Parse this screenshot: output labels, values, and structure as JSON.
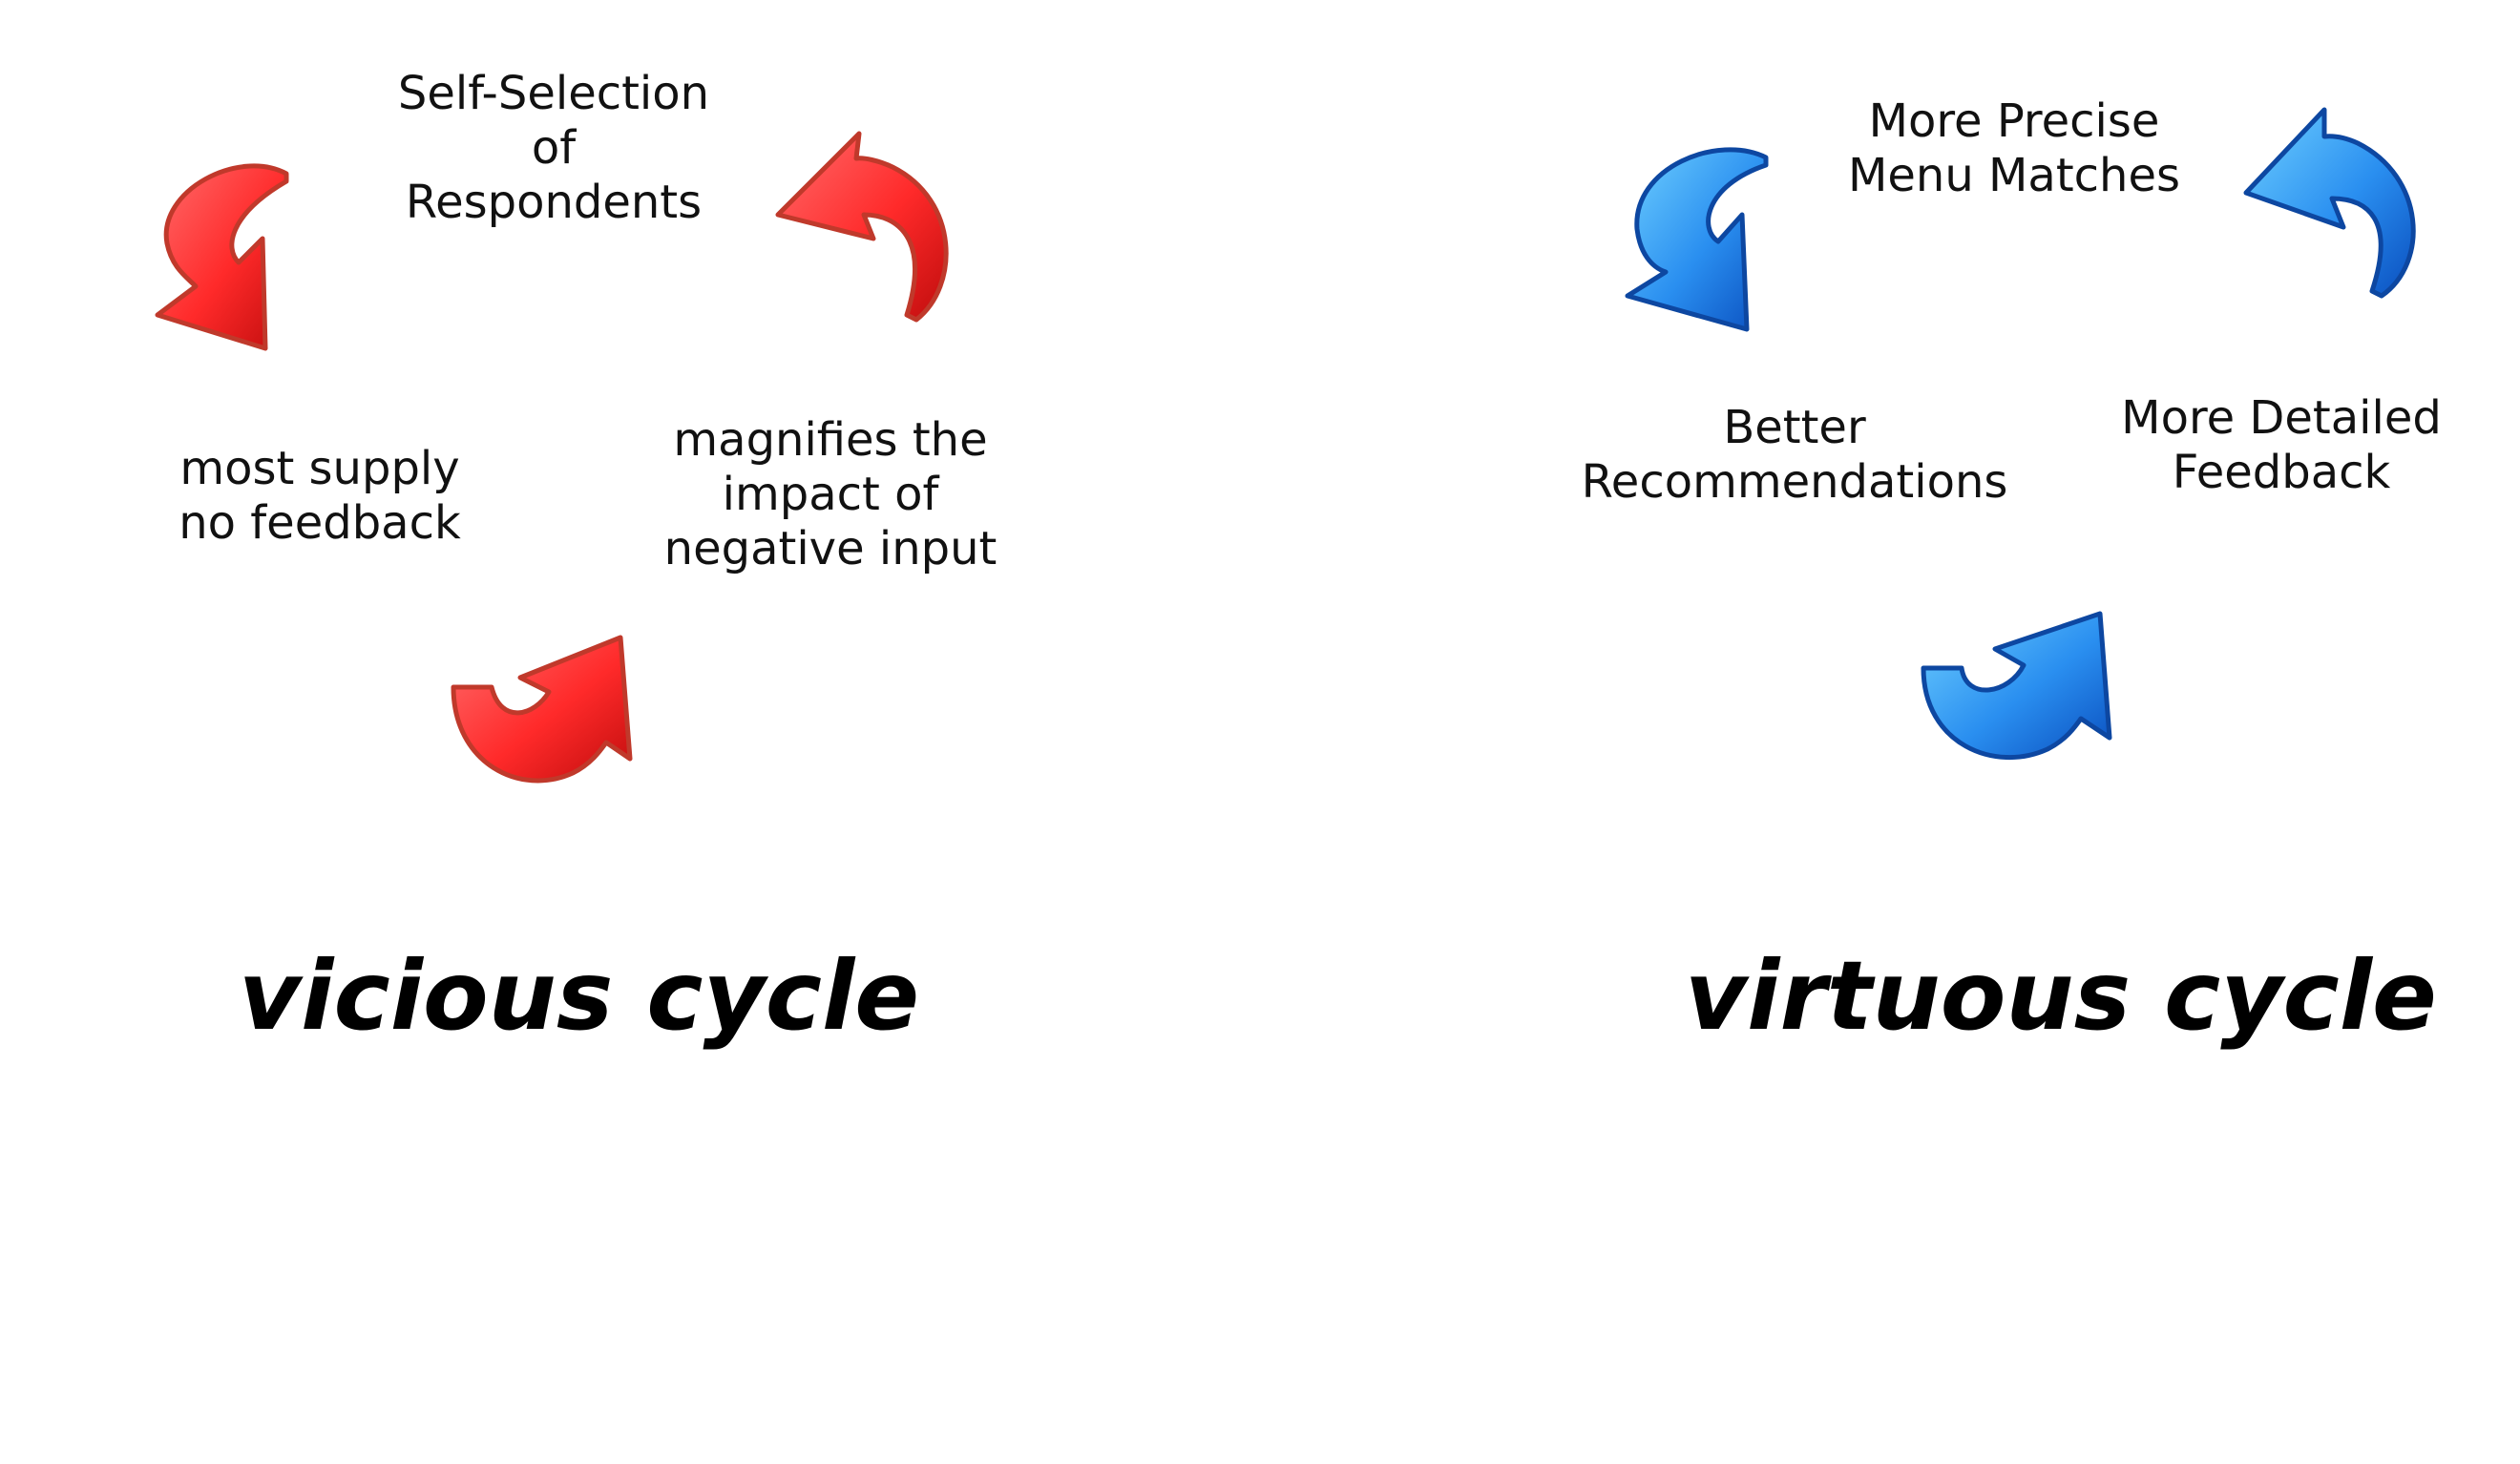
{
  "vicious": {
    "title": "vicious cycle",
    "color": "#ff2222",
    "labels": {
      "top": "Self-Selection\nof\nRespondents",
      "right": "magnifies the\nimpact of\nnegative input",
      "left": "most supply\nno feedback"
    }
  },
  "virtuous": {
    "title": "virtuous cycle",
    "color": "#2a8ff0",
    "labels": {
      "top": "More Precise\nMenu Matches",
      "right": "More Detailed\nFeedback",
      "left": "Better\nRecommendations"
    }
  }
}
